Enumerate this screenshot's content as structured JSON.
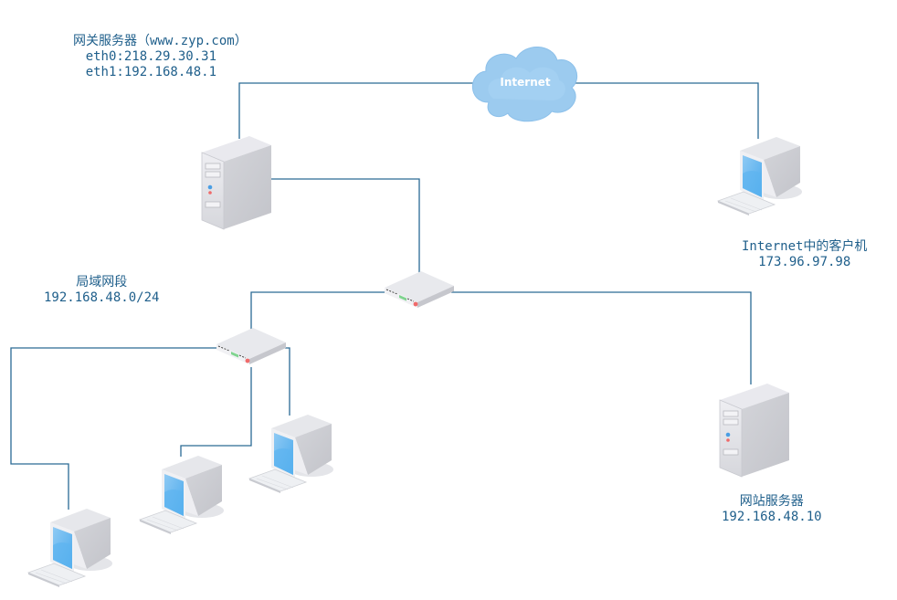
{
  "diagram": {
    "line_color": "#2a6a94",
    "cloud": {
      "label": "Internet",
      "color": "#9ccbef"
    },
    "nodes": {
      "gateway": {
        "title": "网关服务器（www.zyp.com）",
        "lines": [
          "eth0:218.29.30.31",
          "eth1:192.168.48.1"
        ]
      },
      "internet_client": {
        "title": "Internet中的客户机",
        "lines": [
          "173.96.97.98"
        ]
      },
      "lan_segment": {
        "title": "局域网段",
        "lines": [
          "192.168.48.0/24"
        ]
      },
      "web_server": {
        "title": "网站服务器",
        "lines": [
          "192.168.48.10"
        ]
      }
    }
  }
}
